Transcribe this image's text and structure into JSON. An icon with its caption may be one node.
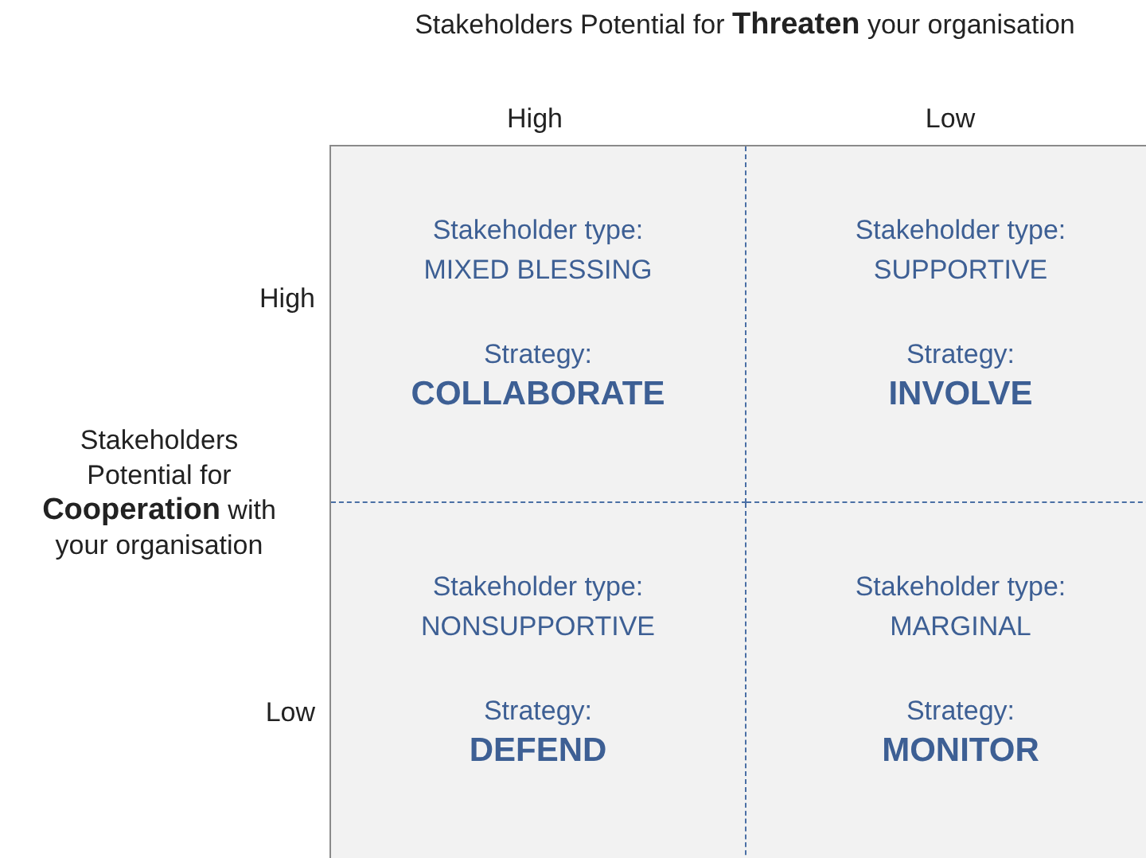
{
  "diagram": {
    "title": "Stakeholders Potential for **Threaten** your organisation",
    "nodes": [
      {
        "text": [],
        "shape": "box"
      },
      {
        "text": [
          "Stakeholder type: MIXED BLESSING",
          "Strategy: **COLLABORATE**"
        ],
        "in": 0
      },
      {
        "text": [
          "Stakeholder type: SUPPORTIVE",
          "Strategy: **INVOLVE**"
        ],
        "in": 0
      },
      {
        "text": [
          "Stakeholder type: NONSUPPORTIVE",
          "Strategy: **DEFEND**"
        ],
        "in": 0
      },
      {
        "text": [
          "Stakeholder type: MARGINAL",
          "Strategy: **MONITOR**"
        ],
        "in": 0
      }
    ],
    "edges": [],
    "labels": [
      "High",
      "Low",
      "High",
      "Low",
      "Stakeholders Potential for **Cooperation** with your organisation"
    ]
  }
}
